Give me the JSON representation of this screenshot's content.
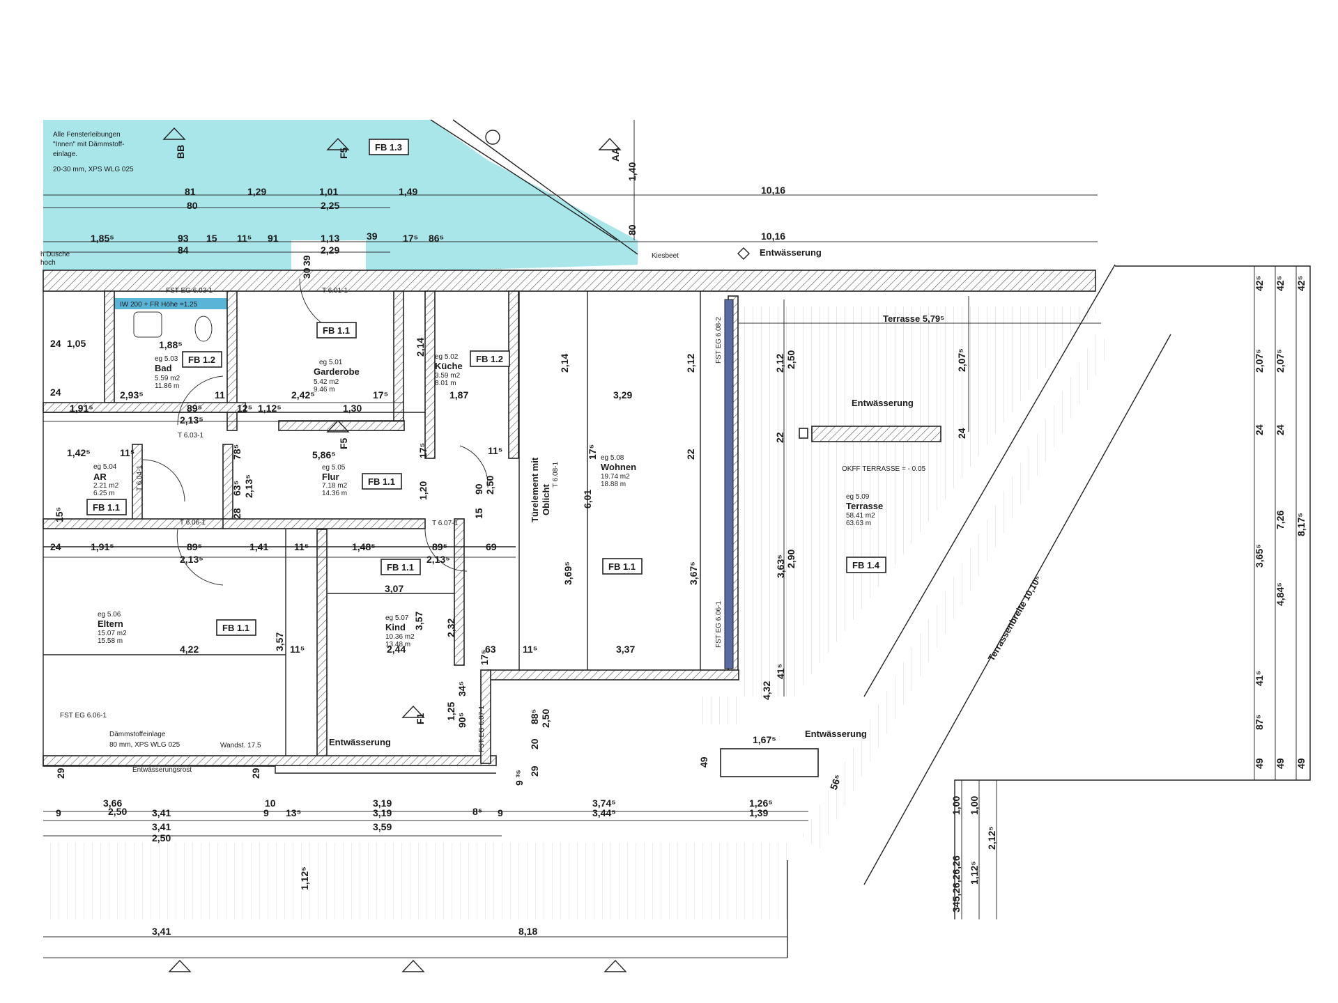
{
  "colors": {
    "water": "#a8e6ea",
    "ink": "#1a1a1a",
    "blueStrip": "#5ab4d8"
  },
  "notes": {
    "n1": "Alle Fensterleibungen",
    "n2": "\"Innen\" mit Dämmstoff-",
    "n3": "einlage.",
    "n4": "20-30 mm, XPS WLG 025",
    "dusche1": "h Dusche",
    "dusche2": "hoch",
    "kiesbeet": "Kiesbeet",
    "entw_top": "Entwässerung",
    "entw_terr": "Entwässerung",
    "entw_kind": "Entwässerung",
    "entw_bot": "Entwässerung",
    "iw": "IW 200 + FR Höhe =1.25",
    "fst1": "FST EG 6.03-1",
    "fst2": "FST EG 6.06-1",
    "fst3": "FST EG 6.08-2",
    "fst4": "FST EG 6.06-1",
    "fst5": "FST EG 6.07-1",
    "daemm1": "Dämmstoffeinlage",
    "daemm2": "80 mm, XPS WLG 025",
    "wandst": "Wandst. 17.5",
    "rost": "Entwässerungsrost",
    "okff": "OKFF TERRASSE = - 0.05",
    "tuer1": "Türelement mit",
    "tuer2": "Oblicht",
    "terrasse_dim": "Terrasse 5,79⁵",
    "terrassenbreite": "Terrassenbreite 10,10⁵"
  },
  "sections": {
    "bb": "BB",
    "f5a": "F5",
    "aa": "AA",
    "f5b": "F5",
    "f1": "F1"
  },
  "doors": {
    "t1": "T 6.01-1",
    "t2": "T 6.03-1",
    "t3": "T 6.04-1",
    "t4": "T 6.06-1",
    "t5": "T 6.07-1",
    "t6": "T 6.08-1"
  },
  "fb": {
    "f13": "FB 1.3",
    "f11a": "FB 1.1",
    "f12a": "FB 1.2",
    "f12b": "FB 1.2",
    "f11b": "FB 1.1",
    "f11c": "FB 1.1",
    "f11d": "FB 1.1",
    "f11e": "FB 1.1",
    "f11f": "FB 1.1",
    "f14": "FB 1.4"
  },
  "rooms": {
    "bad": {
      "no": "eg 5.03",
      "name": "Bad",
      "a": "5.59 m2",
      "b": "11.86 m"
    },
    "garderobe": {
      "no": "eg 5.01",
      "name": "Garderobe",
      "a": "5.42 m2",
      "b": "9.46 m"
    },
    "kueche": {
      "no": "eg 5.02",
      "name": "Küche",
      "a": "3.59 m2",
      "b": "8.01 m"
    },
    "ar": {
      "no": "eg 5.04",
      "name": "AR",
      "a": "2.21 m2",
      "b": "6.25 m"
    },
    "flur": {
      "no": "eg 5.05",
      "name": "Flur",
      "a": "7.18 m2",
      "b": "14.36 m"
    },
    "wohnen": {
      "no": "eg 5.08",
      "name": "Wohnen",
      "a": "19.74 m2",
      "b": "18.88 m"
    },
    "terrasse": {
      "no": "eg 5.09",
      "name": "Terrasse",
      "a": "58.41 m2",
      "b": "63.63 m"
    },
    "eltern": {
      "no": "eg 5.06",
      "name": "Eltern",
      "a": "15.07 m2",
      "b": "15.58 m"
    },
    "kind": {
      "no": "eg 5.07",
      "name": "Kind",
      "a": "10.36 m2",
      "b": "13.48 m"
    }
  },
  "dims": {
    "d81": "81",
    "d129": "1,29",
    "d101": "1,01",
    "d149": "1,49",
    "d80": "80",
    "d225": "2,25",
    "d1016a": "10,16",
    "d140": "1,40",
    "d80v": "80",
    "d185": "1,85⁵",
    "d93": "93",
    "d15": "15",
    "d115": "11⁵",
    "d91": "91",
    "d113": "1,13",
    "d39": "39",
    "d175": "17⁵",
    "d865": "86⁵",
    "d84": "84",
    "d229": "2,29",
    "d1016b": "10,16",
    "d30": "30",
    "d39v": "39",
    "d24a": "24",
    "d105": "1,05",
    "d188": "1,88⁵",
    "d24b": "24",
    "d1915a": "1,91⁵",
    "d293": "2,93⁵",
    "d89a": "89⁵",
    "d11a": "11",
    "d12": "12⁵",
    "d112": "1,12⁵",
    "d2425": "2,42⁵",
    "d130": "1,30",
    "d17a": "17⁵",
    "d187": "1,87",
    "d329": "3,29",
    "d213a": "2,13⁵",
    "d214a": "2,14",
    "d214b": "2,14",
    "d212a": "2,12",
    "d212b": "2,12",
    "d250a": "2,50",
    "d2075": "2,07⁵",
    "d1425": "1,42⁵",
    "d115b": "11⁵",
    "d586": "5,86⁵",
    "d175b": "17⁵",
    "d115c": "11⁵",
    "d785": "78⁵",
    "d635": "63⁵",
    "d2135": "2,13⁵",
    "d28": "28",
    "d120": "1,20",
    "d90": "90",
    "d15b": "15",
    "d250b": "2,50",
    "d601": "6,01",
    "d22a": "22",
    "d22b": "22",
    "d24v": "24",
    "d155": "15⁵",
    "d24c": "24",
    "d1915b": "1,91⁵",
    "d895": "89⁵",
    "d141": "1,41",
    "d11b": "11⁵",
    "d148": "1,48⁵",
    "d895b": "89⁵",
    "d69": "69",
    "d2135b": "2,13⁵",
    "d2135c": "2,13⁵",
    "d175c": "17⁵",
    "d307": "3,07",
    "d3695": "3,69⁵",
    "d3675": "3,67⁵",
    "d3635": "3,63⁵",
    "d290": "2,90",
    "d422": "4,22",
    "d357a": "3,57",
    "d115d": "11⁵",
    "d357b": "3,57",
    "d232": "2,32",
    "d244": "2,44",
    "d63": "63",
    "d175d": "17⁵",
    "d115e": "11⁵",
    "d337": "3,37",
    "d432": "4,32",
    "d415": "41⁵",
    "d125": "1,25",
    "d345": "34⁵",
    "d905": "90⁵",
    "d885": "88⁵",
    "d20": "20",
    "d250c": "2,50",
    "d29a": "29",
    "d29b": "29",
    "d29c": "29",
    "d935": "9 ³⁵",
    "d1675": "1,67⁵",
    "d49": "49",
    "d56": "56⁵",
    "d366": "3,66",
    "d10": "10",
    "d319a": "3,19",
    "d3745": "3,74⁵",
    "d1265": "1,26⁵",
    "d9a": "9",
    "d250d": "2,50",
    "d341a": "3,41",
    "d9b": "9",
    "d135": "13⁵",
    "d319b": "3,19",
    "d8": "8⁵",
    "d9c": "9",
    "d3445": "3,44⁵",
    "d139": "1,39",
    "d341b": "3,41",
    "d359": "3,59",
    "d250e": "2,50",
    "d1125": "1,12⁵",
    "d341c": "3,41",
    "d818": "8,18",
    "r425a": "42⁵",
    "r425b": "42⁵",
    "r425c": "42⁵",
    "r2075a": "2,07⁵",
    "r2075b": "2,07⁵",
    "r24a": "24",
    "r24b": "24",
    "r3655": "3,65⁵",
    "r4845": "4,84⁵",
    "r726": "7,26",
    "r8175": "8,17⁵",
    "r415": "41⁵",
    "r875": "87⁵",
    "r49a": "49",
    "r49b": "49",
    "r49c": "49",
    "b100a": "1,00",
    "b100b": "1,00",
    "b1125": "1,12⁵",
    "b2125": "2,12⁵",
    "b345": "345,26,26,26"
  }
}
